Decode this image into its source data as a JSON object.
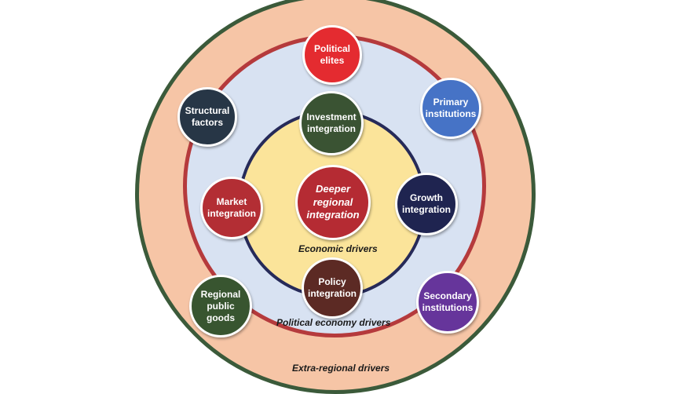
{
  "center": {
    "label": "Deeper regional integration",
    "color": "#b52b33"
  },
  "economic_drivers": {
    "label": "Economic drivers",
    "nodes": {
      "investment": {
        "label": "Investment integration",
        "color": "#3a5333"
      },
      "growth": {
        "label": "Growth integration",
        "color": "#1f2450"
      },
      "policy": {
        "label": "Policy integration",
        "color": "#5c2a24"
      },
      "market": {
        "label": "Market integration",
        "color": "#b32e34"
      }
    }
  },
  "political_economy_drivers": {
    "label": "Political economy drivers",
    "nodes": {
      "political_elites": {
        "label": "Political elites",
        "color": "#e42b30"
      },
      "primary_institutions": {
        "label": "Primary institutions",
        "color": "#4673c6"
      },
      "secondary_institutions": {
        "label": "Secondary institutions",
        "color": "#66359b"
      },
      "regional_public_goods": {
        "label": "Regional public goods",
        "color": "#385530"
      },
      "structural_factors": {
        "label": "Structural factors",
        "color": "#273646"
      }
    }
  },
  "extra_regional_drivers": {
    "label": "Extra-regional drivers"
  },
  "ring_colors": {
    "outer_fill": "#f6c5a6",
    "outer_border": "#3b5a3a",
    "middle_fill": "#d8e2f2",
    "middle_border": "#b53a3c",
    "inner_fill": "#fbe49a",
    "inner_border": "#262a59"
  }
}
